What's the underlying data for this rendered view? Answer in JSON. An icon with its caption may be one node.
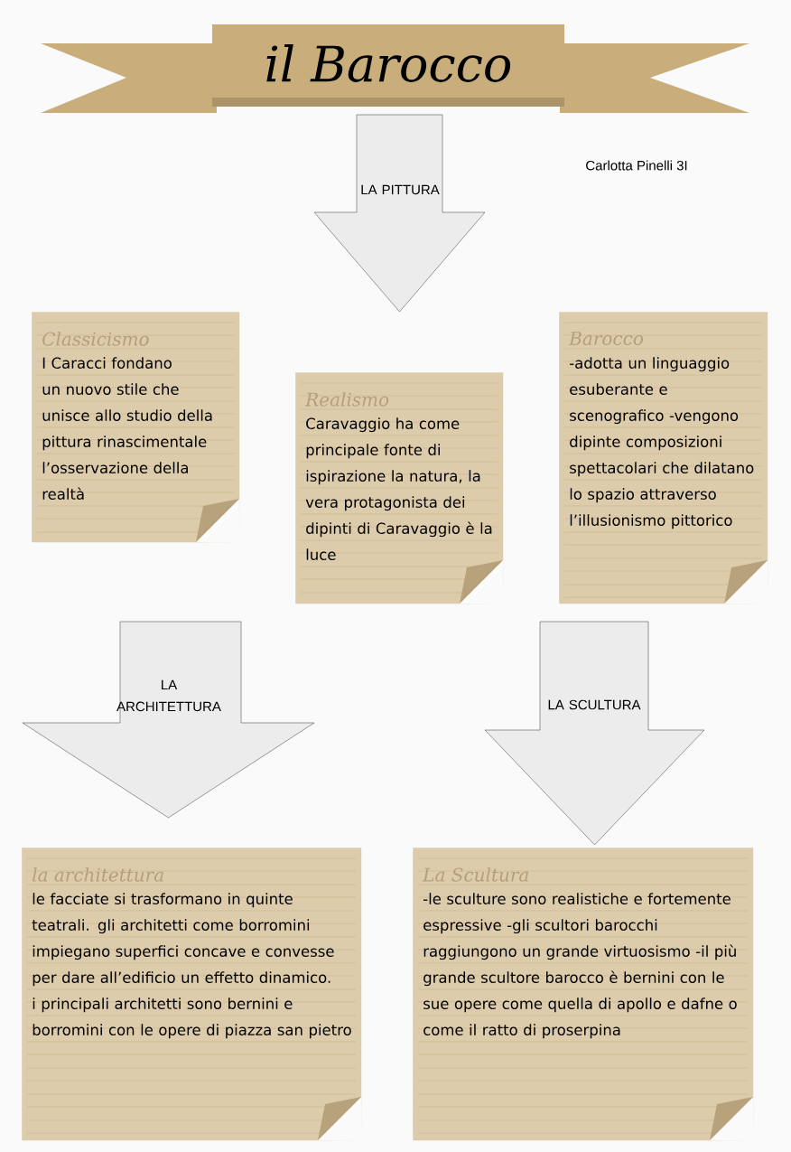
{
  "diagram": {
    "title": "il Barocco",
    "nodes": [
      {
        "text": [
          "LA PITTURA"
        ]
      },
      {
        "text": [
          "Classicismo",
          "I Caracci fondano un nuovo stile che unisce allo studio della pittura rinascimentale l’osservazione della realtà"
        ]
      },
      {
        "text": [
          "Realismo",
          "Caravaggio ha come principale fonte di ispirazione la natura, la vera protagonista dei dipinti di Caravaggio è la luce"
        ]
      },
      {
        "text": [
          "Barocco",
          "-adotta un linguaggio esuberante e scenografico -vengono dipinte composizioni spettacolari che dilatano lo spazio attraverso l’illusionismo pittorico"
        ]
      },
      {
        "text": [
          "LA ARCHITETTURA"
        ]
      },
      {
        "text": [
          "LA SCULTURA"
        ]
      },
      {
        "text": [
          "la architettura",
          "le facciate si trasformano in quinte teatrali. gli architetti come borromini impiegano superfici concave e convesse per dare all’edificio un effetto dinamico. i principali architetti sono bernini e borromini con le opere di piazza san pietro"
        ]
      },
      {
        "text": [
          "La Scultura",
          "-le sculture sono realistiche e fortemente espressive -gli scultori barocchi raggiungono un grande virtuosismo -il più grande scultore barocco è bernini con le sue opere come quella di apollo e dafne o come il ratto di proserpina"
        ]
      }
    ],
    "labels": [
      "Carlotta Pinelli 3I"
    ]
  }
}
